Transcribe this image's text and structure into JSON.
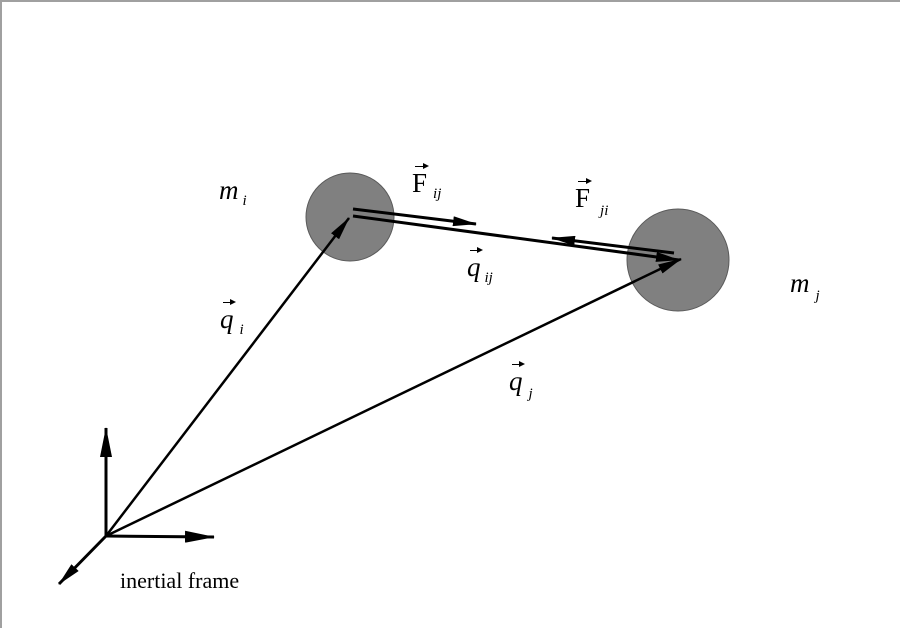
{
  "colors": {
    "mass_fill": "#808080",
    "mass_stroke": "#5a5a5a",
    "line": "#000000",
    "frame_border": "#a0a0a0"
  },
  "labels": {
    "m_i": {
      "base": "m",
      "sub": "i"
    },
    "m_j": {
      "base": "m",
      "sub": "j"
    },
    "q_i": {
      "base": "q",
      "sub": "i"
    },
    "q_j": {
      "base": "q",
      "sub": "j"
    },
    "q_ij": {
      "base": "q",
      "sub": "ij"
    },
    "F_ij": {
      "base": "F",
      "sub": "ij"
    },
    "F_ji": {
      "base": "F",
      "sub": "ji"
    },
    "inertial_frame": "inertial frame"
  }
}
